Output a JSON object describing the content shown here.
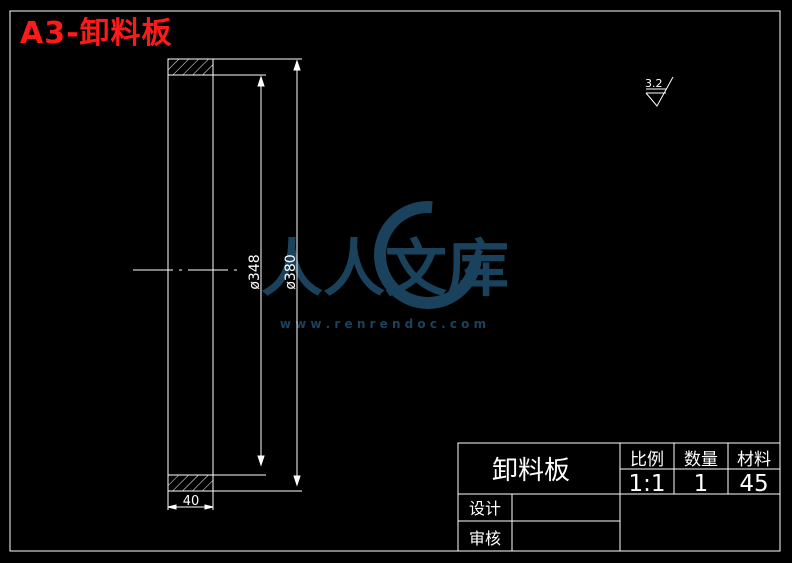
{
  "sheet_title": "A3-卸料板",
  "roughness": "3.2",
  "dimensions": {
    "inner_diameter": "ø348",
    "outer_diameter": "ø380",
    "thickness": "40"
  },
  "title_block": {
    "part_name": "卸料板",
    "scale_label": "比例",
    "quantity_label": "数量",
    "material_label": "材料",
    "scale_value": "1:1",
    "quantity_value": "1",
    "material_value": "45",
    "designer_label": "设计",
    "reviewer_label": "审核"
  },
  "watermark": {
    "text": "人人文库",
    "url": "w w w . r e n r e n d o c . c o m"
  },
  "colors": {
    "background": "#000000",
    "lines": "#ffffff",
    "title": "#ff1a1a",
    "watermark": "#1e4a66"
  }
}
